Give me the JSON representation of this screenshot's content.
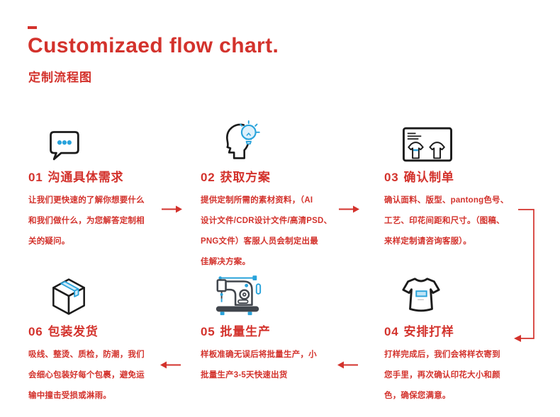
{
  "header": {
    "title": "Customizaed flow chart.",
    "subtitle": "定制流程图"
  },
  "steps": [
    {
      "number": "01",
      "name": "沟通具体需求",
      "icon": "speech-bubble-icon",
      "description": "让我们更快速的了解你想要什么\n和我们做什么，为您解答定制相\n关的疑问。"
    },
    {
      "number": "02",
      "name": "获取方案",
      "icon": "head-lightbulb-icon",
      "description": "提供定制所需的素材资料，（AI\n设计文件/CDR设计文件/高清PSD、\nPNG文件）客服人员会制定出最\n佳解决方案。"
    },
    {
      "number": "03",
      "name": "确认制单",
      "icon": "order-card-icon",
      "description": "确认面料、版型、pantong色号、\n工艺、印花间距和尺寸。（图稿、\n来样定制请咨询客服）。"
    },
    {
      "number": "04",
      "name": "安排打样",
      "icon": "tshirt-icon",
      "description": "打样完成后，我们会将样衣寄到\n您手里，再次确认印花大小和颜\n色，确保您满意。"
    },
    {
      "number": "05",
      "name": "批量生产",
      "icon": "sewing-machine-icon",
      "description": "样板准确无误后将批量生产，小\n批量生产3-5天快速出货"
    },
    {
      "number": "06",
      "name": "包装发货",
      "icon": "package-box-icon",
      "description": "吸线、整烫、质检，防潮，我们\n会细心包装好每个包裹，避免运\n输中撞击受损或淋雨。"
    }
  ],
  "flow": {
    "order": [
      "01",
      "02",
      "03",
      "04",
      "05",
      "06"
    ]
  },
  "colors": {
    "accent_red": "#d3322c",
    "accent_blue": "#29a3db",
    "accent_blue_light": "#cfeaf8",
    "icon_stroke": "#1b1b1b"
  }
}
